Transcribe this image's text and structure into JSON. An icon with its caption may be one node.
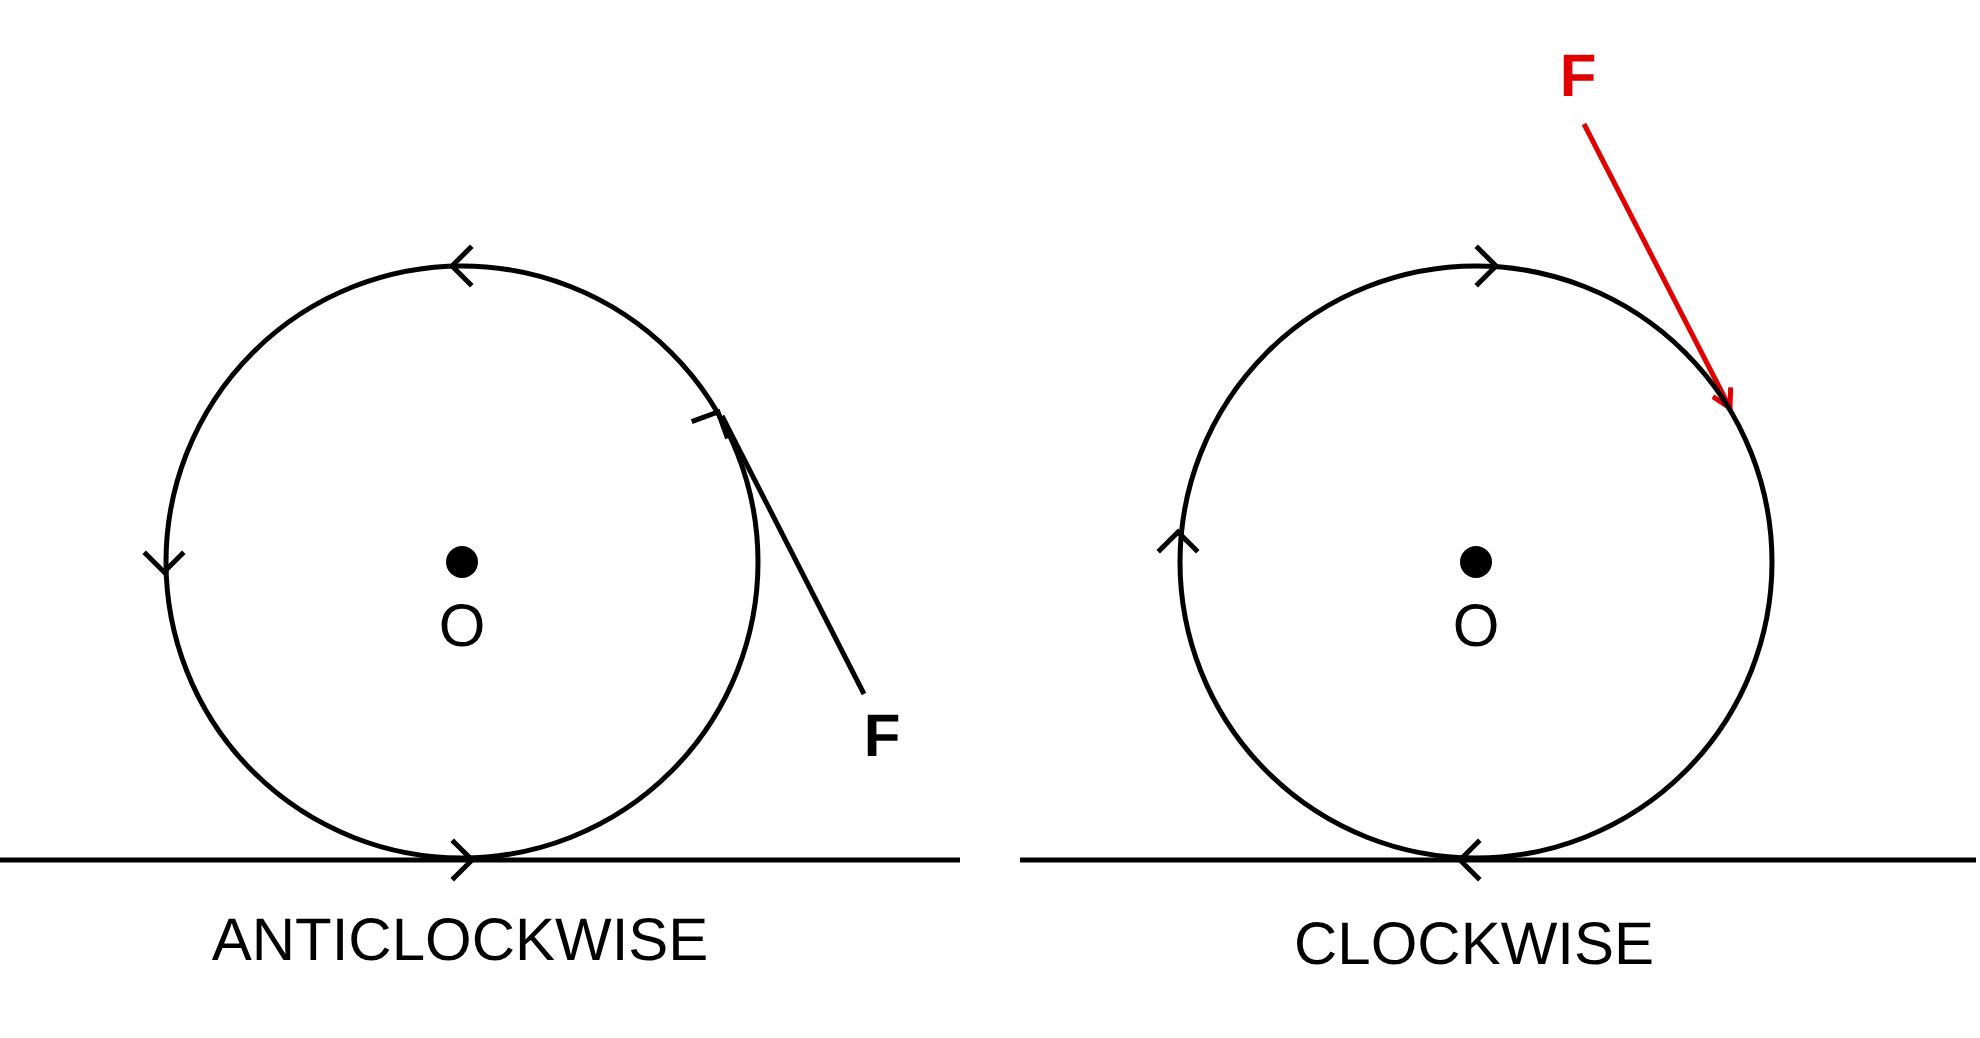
{
  "diagram": {
    "nodes": [
      {
        "text": [
          "O"
        ]
      },
      {
        "text": [
          "O"
        ]
      }
    ],
    "edges": [],
    "labels": [
      "F",
      "ANTICLOCKWISE",
      "F",
      "CLOCKWISE"
    ]
  }
}
